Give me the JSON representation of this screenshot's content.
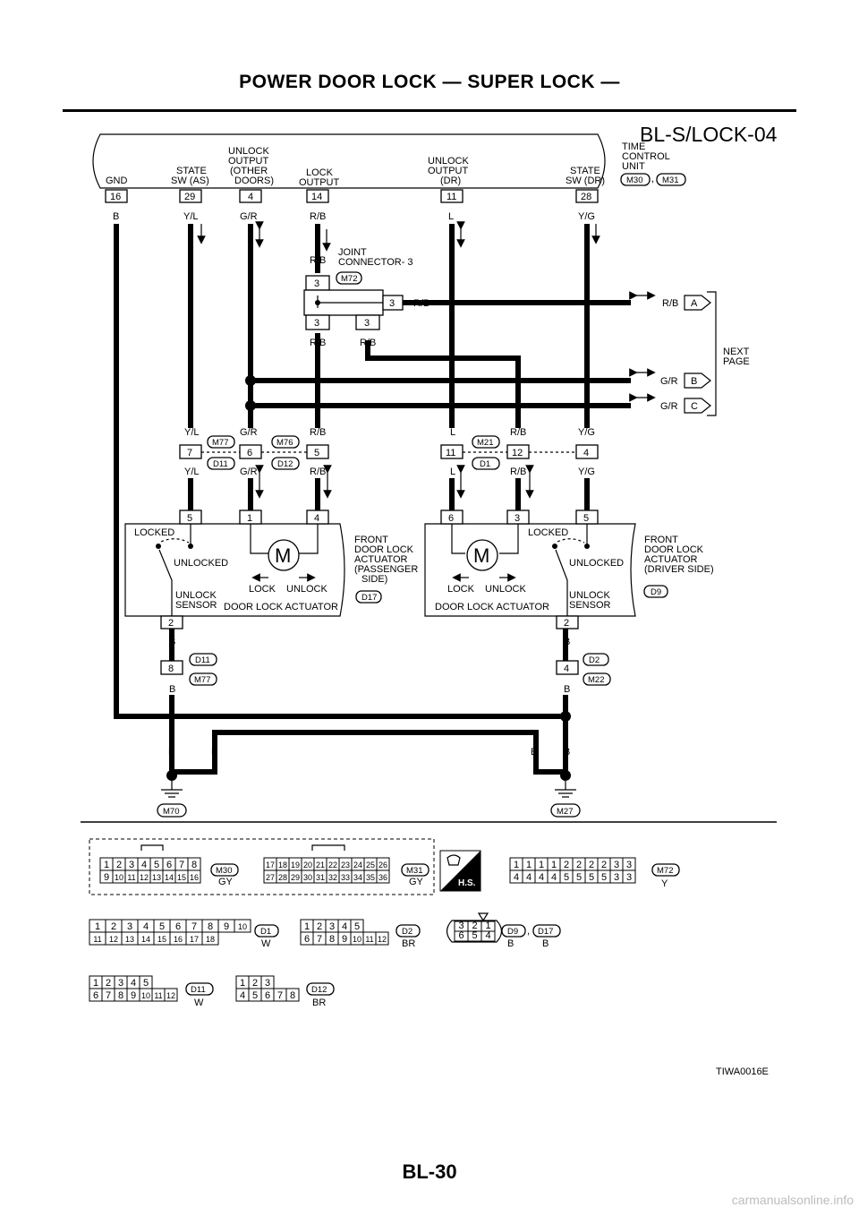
{
  "header": {
    "title": "POWER DOOR LOCK — SUPER LOCK —"
  },
  "footer": {
    "page_number": "BL-30",
    "figure_code": "TIWA0016E",
    "watermark": "carmanualsonline.info"
  },
  "diagram": {
    "code": "BL-S/LOCK-04",
    "unit": {
      "name_l1": "TIME",
      "name_l2": "CONTROL",
      "name_l3": "UNIT",
      "connectors": [
        "M30",
        "M31"
      ],
      "separator": ","
    },
    "terminals": [
      {
        "label_l1": "GND",
        "label_l2": "",
        "label_l3": "",
        "pin": "16",
        "wire": "B"
      },
      {
        "label_l1": "STATE",
        "label_l2": "SW (AS)",
        "label_l3": "",
        "pin": "29",
        "wire": "Y/L"
      },
      {
        "label_l1": "UNLOCK",
        "label_l2": "OUTPUT",
        "label_l3": "(OTHER",
        "label_l4": "DOORS)",
        "pin": "4",
        "wire": "G/R"
      },
      {
        "label_l1": "LOCK",
        "label_l2": "OUTPUT",
        "label_l3": "",
        "pin": "14",
        "wire": "R/B"
      },
      {
        "label_l1": "UNLOCK",
        "label_l2": "OUTPUT",
        "label_l3": "(DR)",
        "pin": "11",
        "wire": "L"
      },
      {
        "label_l1": "STATE",
        "label_l2": "SW (DR)",
        "label_l3": "",
        "pin": "28",
        "wire": "Y/G"
      }
    ],
    "joint": {
      "name_l1": "JOINT",
      "name_l2": "CONNECTOR- 3",
      "connector": "M72",
      "pin": "3",
      "wire": "R/B"
    },
    "next_page": {
      "label_l1": "NEXT",
      "label_l2": "PAGE",
      "refs": [
        {
          "wire": "R/B",
          "letter": "A"
        },
        {
          "wire": "G/R",
          "letter": "B"
        },
        {
          "wire": "G/R",
          "letter": "C"
        }
      ]
    },
    "mid_connectors": {
      "left_a": {
        "top": "M77",
        "bottom": "D11"
      },
      "left_b": {
        "top": "M76",
        "bottom": "D12"
      },
      "right": {
        "top": "M21",
        "bottom": "D1"
      },
      "pins_left": [
        "7",
        "6",
        "5"
      ],
      "pins_right": [
        "11",
        "12",
        "4"
      ]
    },
    "passenger_actuator": {
      "title_l1": "FRONT",
      "title_l2": "DOOR LOCK",
      "title_l3": "ACTUATOR",
      "title_l4": "(PASSENGER",
      "title_l5": "SIDE)",
      "connector": "D17",
      "pins": [
        "5",
        "1",
        "4"
      ],
      "bottom_pin": "2",
      "locked": "LOCKED",
      "unlocked": "UNLOCKED",
      "sensor_l1": "UNLOCK",
      "sensor_l2": "SENSOR",
      "motor": "M",
      "lock": "LOCK",
      "unlock": "UNLOCK",
      "actuator": "DOOR LOCK ACTUATOR"
    },
    "driver_actuator": {
      "title_l1": "FRONT",
      "title_l2": "DOOR LOCK",
      "title_l3": "ACTUATOR",
      "title_l4": "(DRIVER SIDE)",
      "connector": "D9",
      "pins": [
        "6",
        "3",
        "5"
      ],
      "bottom_pin": "2",
      "locked": "LOCKED",
      "unlocked": "UNLOCKED",
      "sensor_l1": "UNLOCK",
      "sensor_l2": "SENSOR",
      "motor": "M",
      "lock": "LOCK",
      "unlock": "UNLOCK",
      "actuator": "DOOR LOCK ACTUATOR"
    },
    "lower_connectors": {
      "left": {
        "pin": "8",
        "top": "D11",
        "bottom": "M77"
      },
      "right": {
        "pin": "4",
        "top": "D2",
        "bottom": "M22"
      }
    },
    "grounds": [
      "M70",
      "M27"
    ],
    "wire_B": "B",
    "wire_RB": "R/B",
    "wire_GR": "G/R",
    "wire_YL": "Y/L",
    "wire_L": "L",
    "wire_YG": "Y/G",
    "legend": {
      "hs_label": "H.S.",
      "m30": {
        "name": "M30",
        "color": "GY",
        "row1": [
          "1",
          "2",
          "3",
          "4",
          "5",
          "6",
          "7",
          "8"
        ],
        "row2": [
          "9",
          "10",
          "11",
          "12",
          "13",
          "14",
          "15",
          "16"
        ]
      },
      "m31": {
        "name": "M31",
        "color": "GY",
        "row1": [
          "17",
          "18",
          "19",
          "20",
          "21",
          "22",
          "23",
          "24",
          "25",
          "26"
        ],
        "row2": [
          "27",
          "28",
          "29",
          "30",
          "31",
          "32",
          "33",
          "34",
          "35",
          "36"
        ]
      },
      "m72": {
        "name": "M72",
        "color": "Y",
        "row1": [
          "1",
          "1",
          "1",
          "1",
          "2",
          "2",
          "2",
          "2",
          "3",
          "3"
        ],
        "row2": [
          "4",
          "4",
          "4",
          "4",
          "5",
          "5",
          "5",
          "5",
          "3",
          "3"
        ]
      },
      "d1": {
        "name": "D1",
        "color": "W",
        "row1": [
          "1",
          "2",
          "3",
          "4",
          "5",
          "6",
          "7",
          "8",
          "9",
          "10"
        ],
        "row2": [
          "11",
          "12",
          "13",
          "14",
          "15",
          "16",
          "17",
          "18"
        ]
      },
      "d2": {
        "name": "D2",
        "color": "BR",
        "row1": [
          "1",
          "2",
          "3",
          "4",
          "5"
        ],
        "row2": [
          "6",
          "7",
          "8",
          "9",
          "10",
          "11",
          "12"
        ]
      },
      "d9d17": {
        "name1": "D9",
        "name2": "D17",
        "color1": "B",
        "color2": "B",
        "row1": [
          "3",
          "2",
          "1"
        ],
        "row2": [
          "6",
          "5",
          "4"
        ]
      },
      "d11": {
        "name": "D11",
        "color": "W",
        "row1": [
          "1",
          "2",
          "3",
          "4",
          "5"
        ],
        "row2": [
          "6",
          "7",
          "8",
          "9",
          "10",
          "11",
          "12"
        ]
      },
      "d12": {
        "name": "D12",
        "color": "BR",
        "row1": [
          "1",
          "2",
          "3"
        ],
        "row2": [
          "4",
          "5",
          "6",
          "7",
          "8"
        ]
      }
    }
  }
}
